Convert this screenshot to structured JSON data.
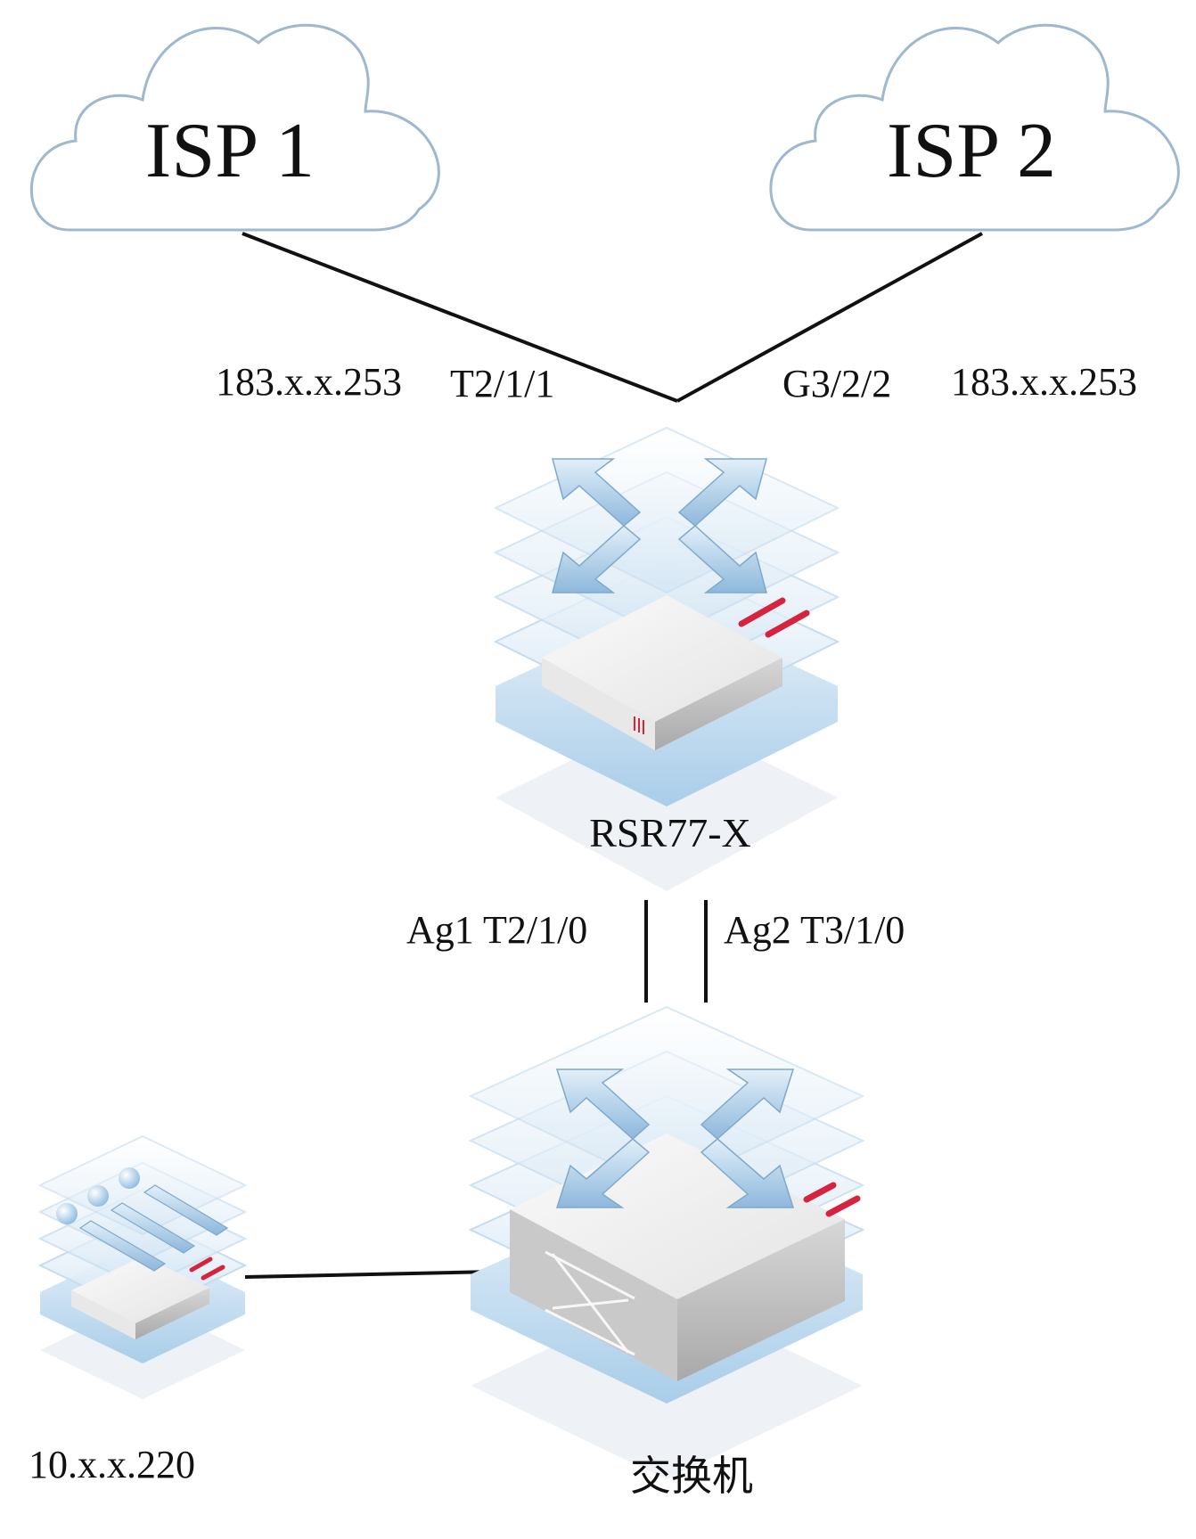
{
  "clouds": {
    "isp1": "ISP 1",
    "isp2": "ISP 2"
  },
  "links": {
    "isp1_ip": "183.x.x.253",
    "isp1_port": "T2/1/1",
    "isp2_port": "G3/2/2",
    "isp2_ip": "183.x.x.253",
    "ag1": "Ag1 T2/1/0",
    "ag2": "Ag2 T3/1/0"
  },
  "devices": {
    "router": "RSR77-X",
    "switch": "交换机",
    "server_ip": "10.x.x.220"
  },
  "colors": {
    "line": "#111111",
    "cloud_stroke": "#9db8cf",
    "device_blue": "#bcd8ee",
    "accent_red": "#d6243e"
  }
}
